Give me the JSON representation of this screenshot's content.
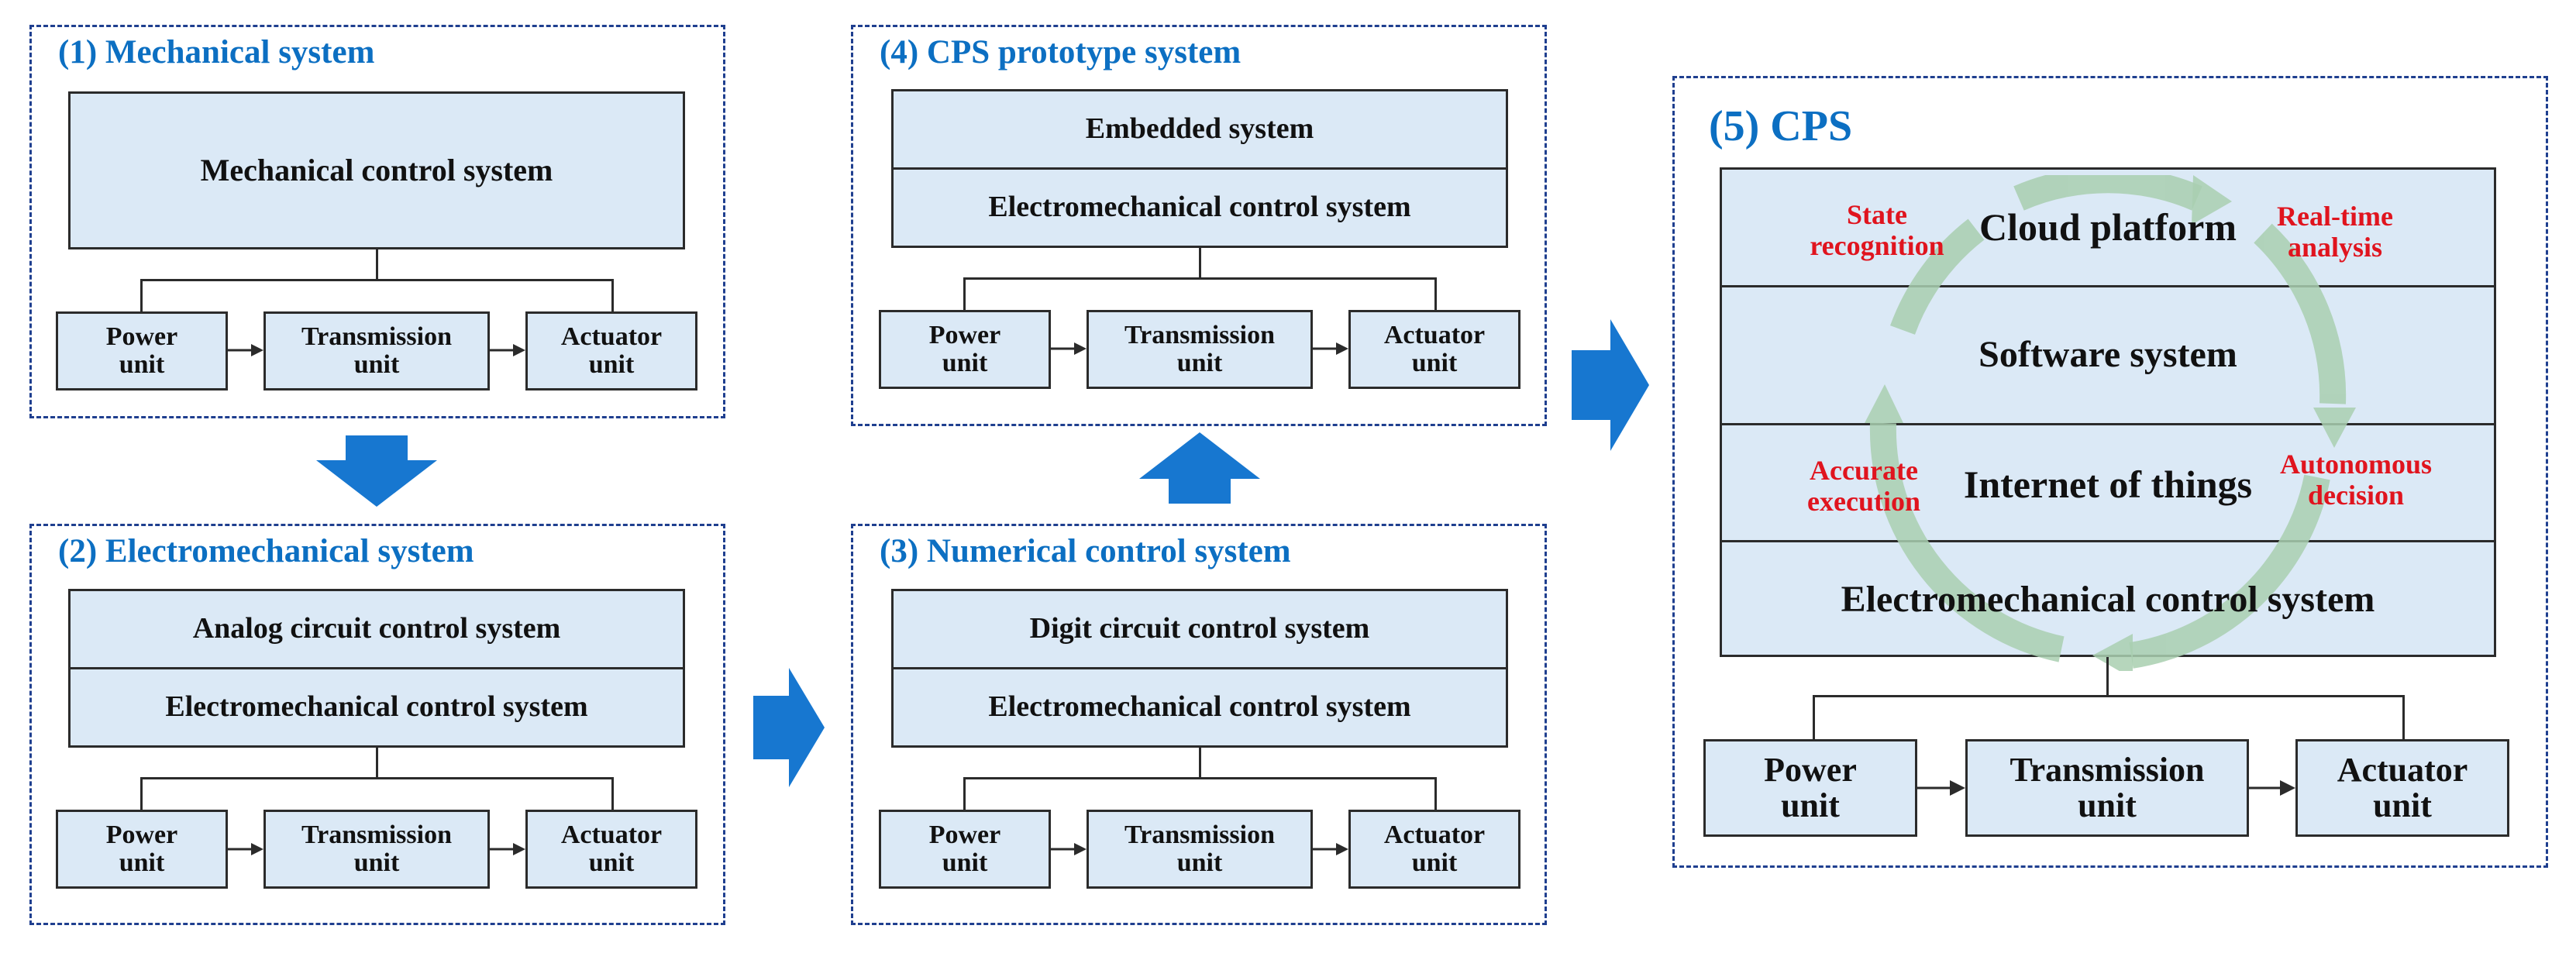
{
  "panels": {
    "p1": {
      "title": "(1) Mechanical system",
      "control": "Mechanical control system"
    },
    "p2": {
      "title": "(2) Electromechanical system",
      "top": "Analog circuit control system",
      "bottom": "Electromechanical control system"
    },
    "p3": {
      "title": "(3) Numerical control system",
      "top": "Digit circuit control system",
      "bottom": "Electromechanical control system"
    },
    "p4": {
      "title": "(4) CPS prototype system",
      "top": "Embedded system",
      "bottom": "Electromechanical control system"
    },
    "p5": {
      "title": "(5) CPS",
      "layers": [
        "Cloud platform",
        "Software system",
        "Internet of things",
        "Electromechanical control system"
      ],
      "cycle_labels": {
        "state": "State\nrecognition",
        "realtime": "Real-time\nanalysis",
        "accurate": "Accurate\nexecution",
        "autonomous": "Autonomous\ndecision"
      }
    }
  },
  "units": {
    "power": "Power\nunit",
    "transmission": "Transmission\nunit",
    "actuator": "Actuator\nunit"
  },
  "colors": {
    "title_blue": "#0c6fc2",
    "arrow_blue": "#1777d0",
    "box_fill": "#dbe9f6",
    "cycle_green": "#a9cfb0",
    "red_label": "#e0141e"
  }
}
